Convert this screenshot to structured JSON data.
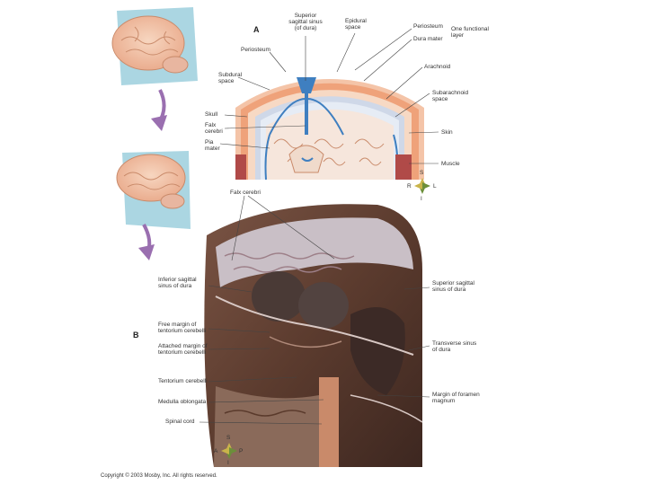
{
  "panels": {
    "a": "A",
    "b": "B"
  },
  "figure_a_labels": {
    "superior_sagittal_sinus": "Superior\nsagittal sinus\n(of dura)",
    "epidural_space": "Epidural\nspace",
    "periosteum_top": "Periosteum",
    "dura_mater": "Dura mater",
    "one_functional_layer": "One functional\nlayer",
    "periosteum_left": "Periosteum",
    "subdural_space": "Subdural\nspace",
    "arachnoid": "Arachnoid",
    "subarachnoid_space": "Subarachnoid\nspace",
    "skull": "Skull",
    "falx_cerebri": "Falx\ncerebri",
    "pia_mater": "Pia\nmater",
    "skin": "Skin",
    "muscle": "Muscle"
  },
  "compass_a": {
    "top": "S",
    "left": "R",
    "right": "L",
    "bottom": "I"
  },
  "figure_b_labels": {
    "falx_cerebri": "Falx cerebri",
    "inferior_sagittal_sinus": "Inferior sagittal\nsinus of dura",
    "free_margin": "Free margin of\ntentorium cerebelli",
    "attached_margin": "Attached margin of\ntentorium cerebelli",
    "tentorium_cerebelli": "Tentorium cerebelli",
    "medulla_oblongata": "Medulla oblongata",
    "spinal_cord": "Spinal cord",
    "superior_sagittal_sinus": "Superior sagittal\nsinus of dura",
    "transverse_sinus": "Transverse sinus\nof dura",
    "margin_foramen": "Margin of foramen\nmagnum"
  },
  "compass_b": {
    "top": "S",
    "left": "A",
    "right": "P",
    "bottom": "I"
  },
  "copyright": "Copyright © 2003 Mosby, Inc. All rights reserved.",
  "colors": {
    "skin": "#f0b48c",
    "bone": "#e9a77d",
    "dura": "#cfd8e8",
    "sinus_blue": "#3f7fc0",
    "brain": "#f4d8c6",
    "specimen_dark": "#5a3a2c"
  }
}
